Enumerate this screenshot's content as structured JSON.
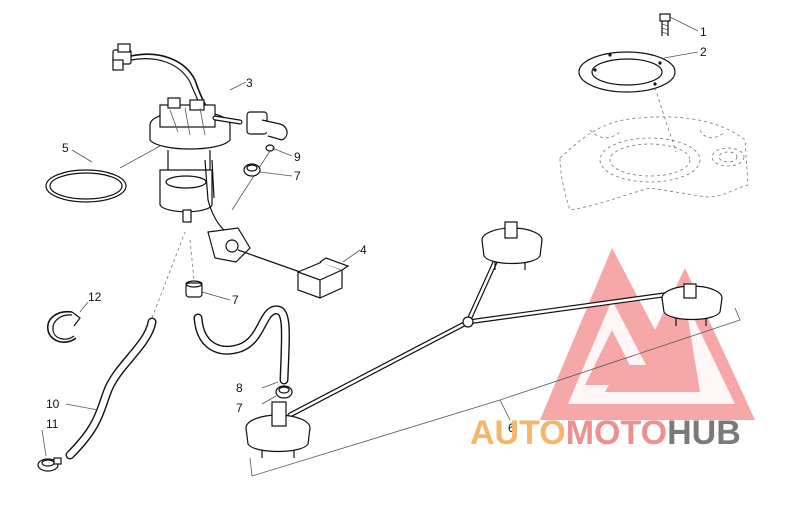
{
  "diagram": {
    "callouts": [
      "1",
      "2",
      "3",
      "4",
      "5",
      "6",
      "7",
      "7",
      "7",
      "8",
      "9",
      "10",
      "11",
      "12"
    ]
  },
  "watermark": {
    "part1": "AUTO",
    "part2": "MOTO",
    "part3": "HUB",
    "colors": {
      "triangle": "#f07878",
      "auto": "#f5b66a",
      "moto": "#f08f8f",
      "hub": "#7a7a7a"
    }
  }
}
